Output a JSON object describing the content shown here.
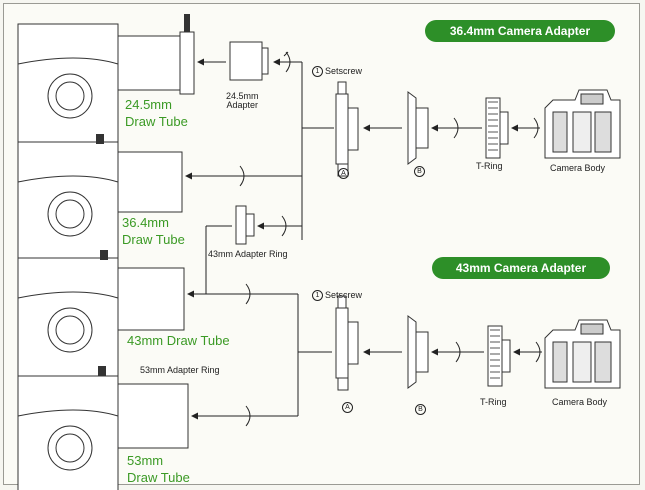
{
  "badges": {
    "adapter_36": "36.4mm Camera Adapter",
    "adapter_43": "43mm Camera Adapter"
  },
  "draw_tubes": {
    "tube_24": [
      "24.5mm",
      "Draw Tube"
    ],
    "tube_36": [
      "36.4mm",
      "Draw Tube"
    ],
    "tube_43": "43mm Draw Tube",
    "tube_53": [
      "53mm",
      "Draw Tube"
    ]
  },
  "parts": {
    "adapter_245": [
      "24.5mm",
      "Adapter"
    ],
    "setscrew_num": "1",
    "setscrew": "Setscrew",
    "ring_43": "43mm Adapter Ring",
    "ring_53": "53mm Adapter Ring",
    "t_ring": "T-Ring",
    "camera_body": "Camera Body",
    "part_a": "A",
    "part_b": "B"
  },
  "colors": {
    "green_text": "#3b9a25",
    "badge_bg": "#2d8f28",
    "line": "#222222"
  }
}
